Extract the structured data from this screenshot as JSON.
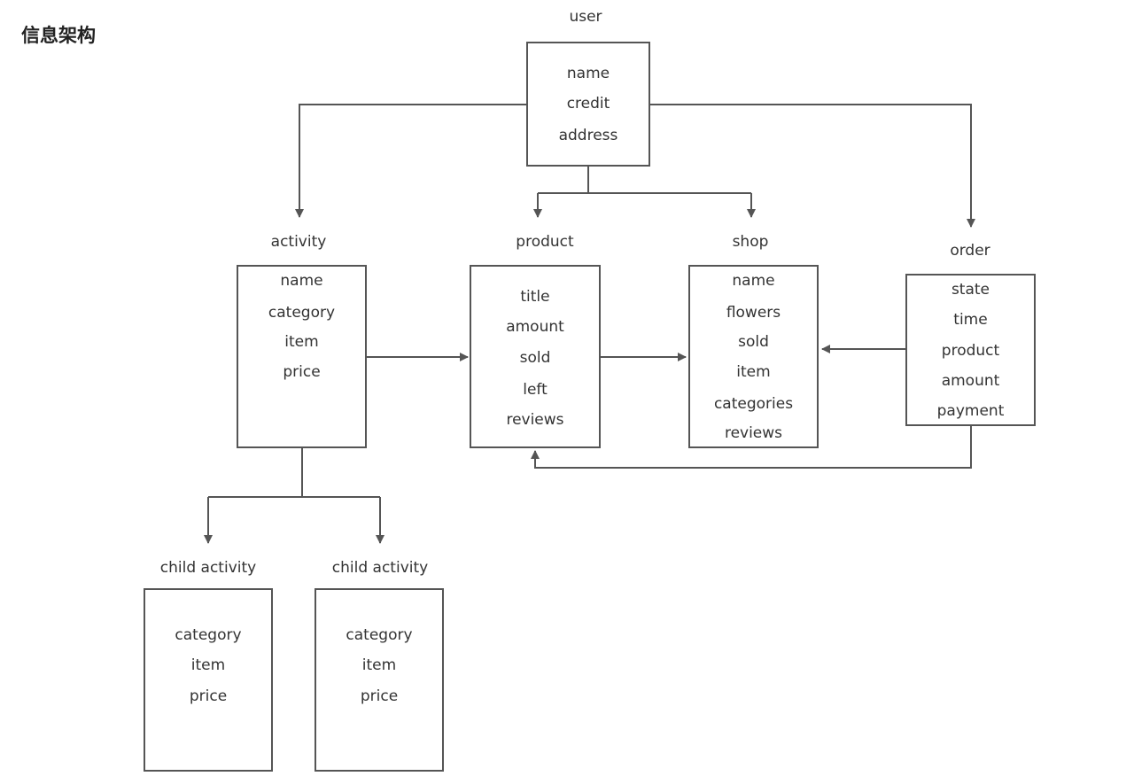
{
  "page_title": "信息架构",
  "colors": {
    "line": "#555555",
    "border": "#555555",
    "text": "#333333",
    "background": "#ffffff"
  },
  "nodes": {
    "user": {
      "label": "user",
      "fields": [
        "name",
        "credit",
        "address"
      ]
    },
    "activity": {
      "label": "activity",
      "fields": [
        "name",
        "category",
        "item",
        "price"
      ]
    },
    "product": {
      "label": "product",
      "fields": [
        "title",
        "amount",
        "sold",
        "left",
        "reviews"
      ]
    },
    "shop": {
      "label": "shop",
      "fields": [
        "name",
        "flowers",
        "sold",
        "item",
        "categories",
        "reviews"
      ]
    },
    "order": {
      "label": "order",
      "fields": [
        "state",
        "time",
        "product",
        "amount",
        "payment"
      ]
    },
    "child_activity_1": {
      "label": "child activity",
      "fields": [
        "category",
        "item",
        "price"
      ]
    },
    "child_activity_2": {
      "label": "child activity",
      "fields": [
        "category",
        "item",
        "price"
      ]
    }
  },
  "edges": [
    {
      "from": "user",
      "to": "activity"
    },
    {
      "from": "user",
      "to": "product"
    },
    {
      "from": "user",
      "to": "shop"
    },
    {
      "from": "user",
      "to": "order"
    },
    {
      "from": "activity",
      "to": "product"
    },
    {
      "from": "product",
      "to": "shop"
    },
    {
      "from": "order",
      "to": "shop"
    },
    {
      "from": "order",
      "to": "product"
    },
    {
      "from": "activity",
      "to": "child_activity_1"
    },
    {
      "from": "activity",
      "to": "child_activity_2"
    }
  ]
}
